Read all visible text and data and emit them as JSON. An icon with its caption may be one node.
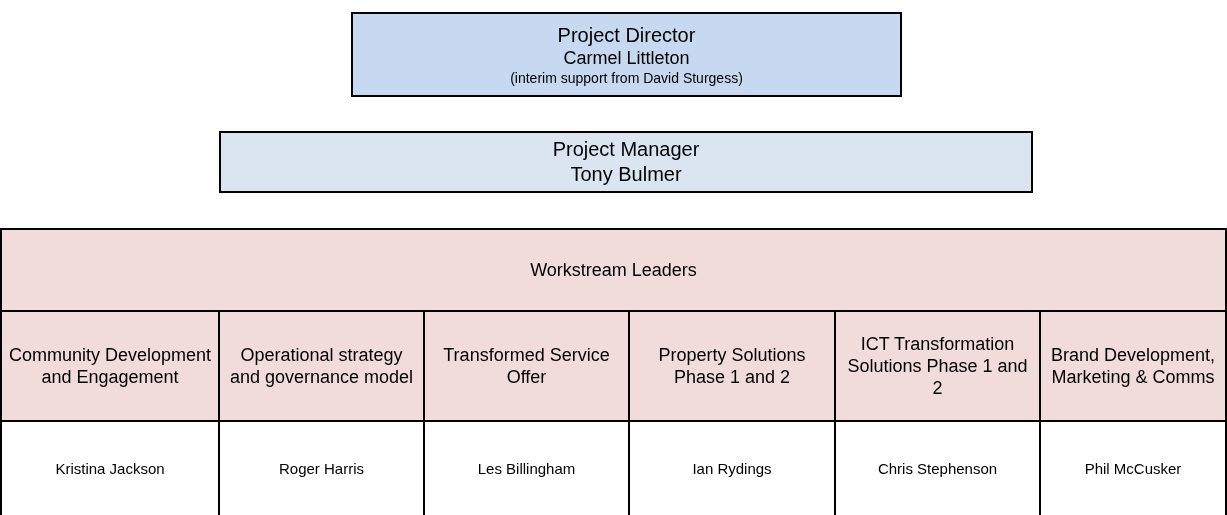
{
  "diagram": {
    "nodes": [
      {
        "text": [
          "Project Director",
          "Carmel Littleton",
          "(interim support from David Sturgess)"
        ]
      },
      {
        "text": [
          "Project Manager",
          "Tony Bulmer"
        ]
      },
      {
        "text": [
          "Workstream Leaders"
        ]
      },
      {
        "text": [
          "Community Development and Engagement"
        ],
        "in": 2
      },
      {
        "text": [
          "Operational strategy and governance model"
        ],
        "in": 2
      },
      {
        "text": [
          "Transformed Service Offer"
        ],
        "in": 2
      },
      {
        "text": [
          "Property Solutions Phase 1 and 2"
        ],
        "in": 2
      },
      {
        "text": [
          "ICT Transformation Solutions Phase 1 and 2"
        ],
        "in": 2
      },
      {
        "text": [
          "Brand Development, Marketing & Comms"
        ],
        "in": 2
      },
      {
        "text": [
          "Kristina Jackson"
        ],
        "in": 2
      },
      {
        "text": [
          "Roger Harris"
        ],
        "in": 2
      },
      {
        "text": [
          "Les Billingham"
        ],
        "in": 2
      },
      {
        "text": [
          "Ian Rydings"
        ],
        "in": 2
      },
      {
        "text": [
          "Chris Stephenson"
        ],
        "in": 2
      },
      {
        "text": [
          "Phil McCusker"
        ],
        "in": 2
      }
    ]
  }
}
